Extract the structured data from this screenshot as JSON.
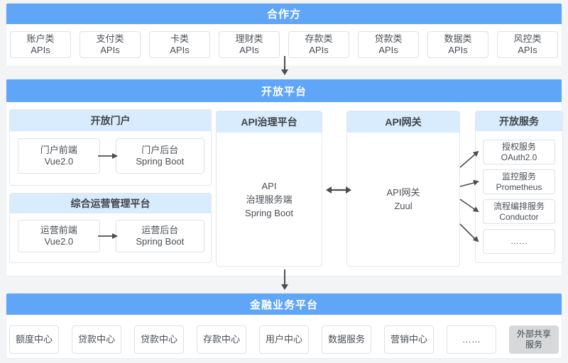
{
  "colors": {
    "header_blue": "#5fa5f8",
    "subheader_blue": "#d8ecfd",
    "page_bg": "#f3f4f6",
    "box_border": "#dde0e4",
    "gray_box_bg": "#d6d8da",
    "arrow": "#4a4d50",
    "text": "#4a4e54"
  },
  "partners": {
    "title": "合作方",
    "boxes": [
      {
        "line1": "账户类",
        "line2": "APIs"
      },
      {
        "line1": "支付类",
        "line2": "APIs"
      },
      {
        "line1": "卡类",
        "line2": "APIs"
      },
      {
        "line1": "理财类",
        "line2": "APIs"
      },
      {
        "line1": "存款类",
        "line2": "APIs"
      },
      {
        "line1": "贷款类",
        "line2": "APIs"
      },
      {
        "line1": "数据类",
        "line2": "APIs"
      },
      {
        "line1": "风控类",
        "line2": "APIs"
      }
    ]
  },
  "open_platform": {
    "title": "开放平台",
    "portal": {
      "title": "开放门户",
      "front": {
        "line1": "门户前端",
        "line2": "Vue2.0"
      },
      "back": {
        "line1": "门户后台",
        "line2": "Spring Boot"
      }
    },
    "ops": {
      "title": "综合运营管理平台",
      "front": {
        "line1": "运营前端",
        "line2": "Vue2.0"
      },
      "back": {
        "line1": "运营后台",
        "line2": "Spring Boot"
      }
    },
    "governance": {
      "title": "API治理平台",
      "line1": "API",
      "line2": "治理服务端",
      "line3": "Spring Boot"
    },
    "gateway": {
      "title": "API网关",
      "line1": "API网关",
      "line2": "Zuul"
    },
    "services": {
      "title": "开放服务",
      "boxes": [
        {
          "line1": "授权服务",
          "line2": "OAuth2.0"
        },
        {
          "line1": "监控服务",
          "line2": "Prometheus"
        },
        {
          "line1": "流程编排服务",
          "line2": "Conductor"
        },
        {
          "line1": "……",
          "line2": ""
        }
      ]
    }
  },
  "financial": {
    "title": "金融业务平台",
    "boxes": [
      "额度中心",
      "贷款中心",
      "贷款中心",
      "存款中心",
      "用户中心",
      "数据服务",
      "营销中心",
      "……"
    ],
    "gray_box": {
      "line1": "外部共享",
      "line2": "服务"
    }
  }
}
